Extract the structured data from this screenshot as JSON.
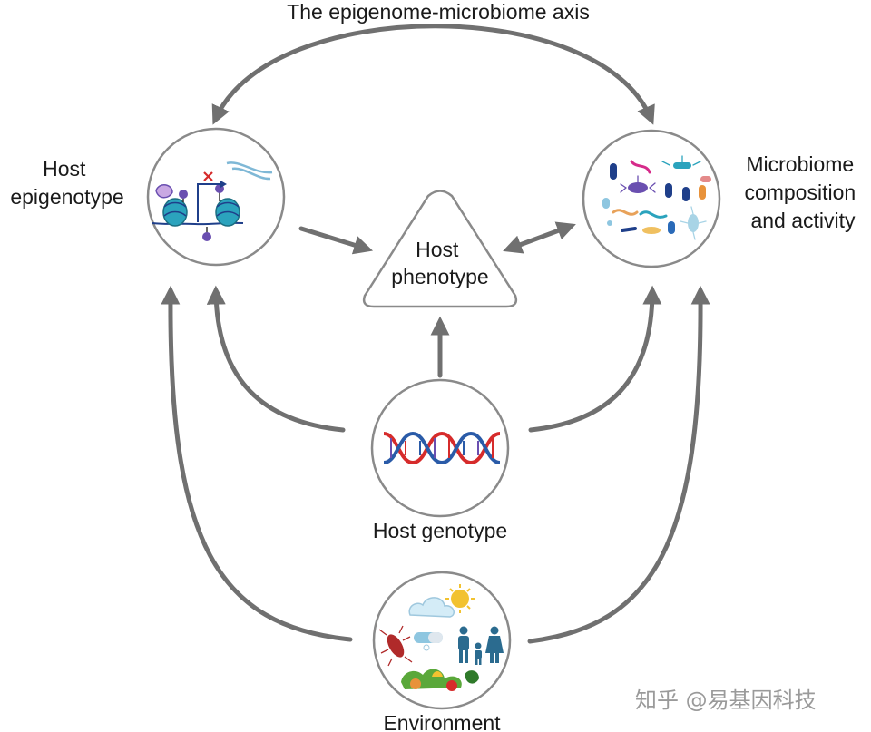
{
  "title": "The epigenome-microbiome axis",
  "nodes": {
    "host_epigenotype": {
      "lines": [
        "Host",
        "epigenotype"
      ]
    },
    "host_phenotype": {
      "lines": [
        "Host",
        "phenotype"
      ]
    },
    "microbiome": {
      "lines": [
        "Microbiome",
        "composition",
        "and activity"
      ]
    },
    "host_genotype": {
      "label": "Host genotype"
    },
    "environment": {
      "label": "Environment"
    }
  },
  "watermark": "知乎 @易基因科技",
  "colors": {
    "arrow": "#707070",
    "circle_stroke": "#8a8a8a",
    "dna_red": "#d62b2b",
    "dna_blue": "#2a5ba8",
    "histone_teal": "#2ba3bd",
    "methyl_purple": "#6a4fb0"
  }
}
